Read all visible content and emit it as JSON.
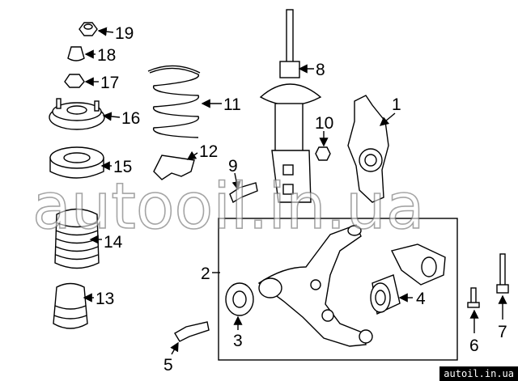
{
  "diagram": {
    "callouts": {
      "c1": "1",
      "c2": "2",
      "c3": "3",
      "c4": "4",
      "c5": "5",
      "c6": "6",
      "c7": "7",
      "c8": "8",
      "c9": "9",
      "c10": "10",
      "c11": "11",
      "c12": "12",
      "c13": "13",
      "c14": "14",
      "c15": "15",
      "c16": "16",
      "c17": "17",
      "c18": "18",
      "c19": "19"
    }
  },
  "watermark": {
    "text": "autooil.in.ua"
  },
  "badge": {
    "text": "autoil.in.ua"
  }
}
